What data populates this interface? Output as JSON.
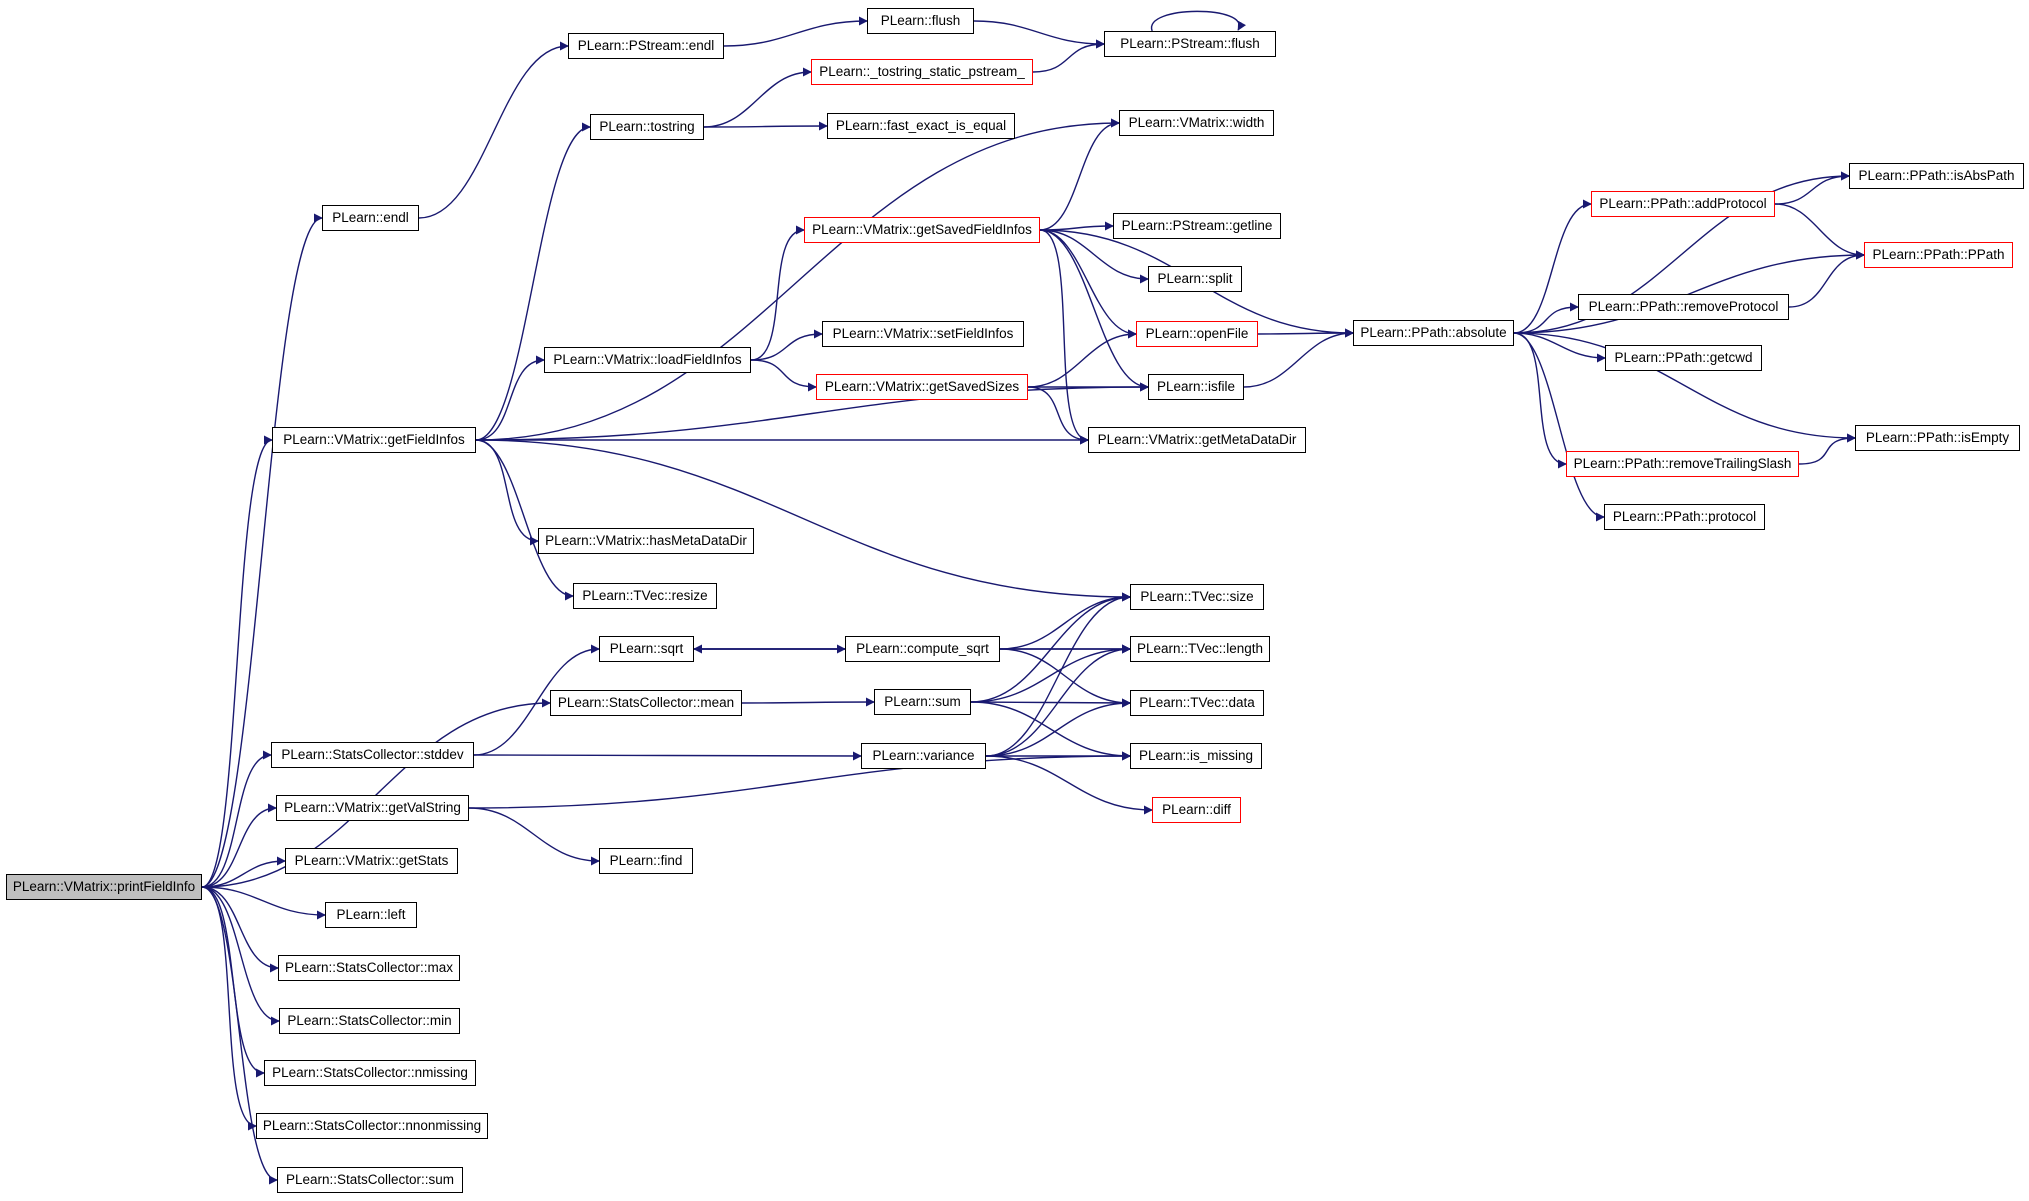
{
  "diagram": {
    "type": "call-graph",
    "colors": {
      "edge": "#191970",
      "box_border": "#000000",
      "truncated_border": "#ff0000",
      "root_fill": "#bfbfbf"
    },
    "nodes": [
      {
        "id": "printFieldInfo",
        "label": "PLearn::VMatrix::printFieldInfo",
        "style": "root"
      },
      {
        "id": "endl",
        "label": "PLearn::endl"
      },
      {
        "id": "pstream_endl",
        "label": "PLearn::PStream::endl"
      },
      {
        "id": "flush",
        "label": "PLearn::flush"
      },
      {
        "id": "pstream_flush",
        "label": "PLearn::PStream::flush"
      },
      {
        "id": "tostring_static",
        "label": "PLearn::_tostring_static_pstream_",
        "style": "truncated"
      },
      {
        "id": "tostring",
        "label": "PLearn::tostring"
      },
      {
        "id": "fast_exact",
        "label": "PLearn::fast_exact_is_equal"
      },
      {
        "id": "vm_width",
        "label": "PLearn::VMatrix::width"
      },
      {
        "id": "getSavedFieldInfos",
        "label": "PLearn::VMatrix::getSavedFieldInfos",
        "style": "truncated"
      },
      {
        "id": "getline",
        "label": "PLearn::PStream::getline"
      },
      {
        "id": "split",
        "label": "PLearn::split"
      },
      {
        "id": "setFieldInfos",
        "label": "PLearn::VMatrix::setFieldInfos"
      },
      {
        "id": "openFile",
        "label": "PLearn::openFile",
        "style": "truncated"
      },
      {
        "id": "loadFieldInfos",
        "label": "PLearn::VMatrix::loadFieldInfos"
      },
      {
        "id": "getSavedSizes",
        "label": "PLearn::VMatrix::getSavedSizes",
        "style": "truncated"
      },
      {
        "id": "isfile",
        "label": "PLearn::isfile"
      },
      {
        "id": "getFieldInfos",
        "label": "PLearn::VMatrix::getFieldInfos"
      },
      {
        "id": "getMetaDataDir",
        "label": "PLearn::VMatrix::getMetaDataDir"
      },
      {
        "id": "hasMetaDataDir",
        "label": "PLearn::VMatrix::hasMetaDataDir"
      },
      {
        "id": "tvec_resize",
        "label": "PLearn::TVec::resize"
      },
      {
        "id": "absolute",
        "label": "PLearn::PPath::absolute"
      },
      {
        "id": "addProtocol",
        "label": "PLearn::PPath::addProtocol",
        "style": "truncated"
      },
      {
        "id": "isAbsPath",
        "label": "PLearn::PPath::isAbsPath"
      },
      {
        "id": "ppath_ctor",
        "label": "PLearn::PPath::PPath",
        "style": "truncated"
      },
      {
        "id": "removeProtocol",
        "label": "PLearn::PPath::removeProtocol"
      },
      {
        "id": "getcwd",
        "label": "PLearn::PPath::getcwd"
      },
      {
        "id": "isEmpty",
        "label": "PLearn::PPath::isEmpty"
      },
      {
        "id": "removeTrailingSlash",
        "label": "PLearn::PPath::removeTrailingSlash",
        "style": "truncated"
      },
      {
        "id": "protocol",
        "label": "PLearn::PPath::protocol"
      },
      {
        "id": "tvec_size",
        "label": "PLearn::TVec::size"
      },
      {
        "id": "sqrt",
        "label": "PLearn::sqrt"
      },
      {
        "id": "compute_sqrt",
        "label": "PLearn::compute_sqrt"
      },
      {
        "id": "tvec_length",
        "label": "PLearn::TVec::length"
      },
      {
        "id": "sc_mean",
        "label": "PLearn::StatsCollector::mean"
      },
      {
        "id": "sum",
        "label": "PLearn::sum"
      },
      {
        "id": "tvec_data",
        "label": "PLearn::TVec::data"
      },
      {
        "id": "sc_stddev",
        "label": "PLearn::StatsCollector::stddev"
      },
      {
        "id": "variance",
        "label": "PLearn::variance"
      },
      {
        "id": "is_missing",
        "label": "PLearn::is_missing"
      },
      {
        "id": "getValString",
        "label": "PLearn::VMatrix::getValString"
      },
      {
        "id": "diff",
        "label": "PLearn::diff",
        "style": "truncated"
      },
      {
        "id": "find",
        "label": "PLearn::find"
      },
      {
        "id": "getStats",
        "label": "PLearn::VMatrix::getStats"
      },
      {
        "id": "left",
        "label": "PLearn::left"
      },
      {
        "id": "sc_max",
        "label": "PLearn::StatsCollector::max"
      },
      {
        "id": "sc_min",
        "label": "PLearn::StatsCollector::min"
      },
      {
        "id": "sc_nmissing",
        "label": "PLearn::StatsCollector::nmissing"
      },
      {
        "id": "sc_nnonmissing",
        "label": "PLearn::StatsCollector::nnonmissing"
      },
      {
        "id": "sc_sum",
        "label": "PLearn::StatsCollector::sum"
      }
    ],
    "edges": [
      [
        "printFieldInfo",
        "endl"
      ],
      [
        "printFieldInfo",
        "getFieldInfos"
      ],
      [
        "printFieldInfo",
        "sc_mean"
      ],
      [
        "printFieldInfo",
        "sc_stddev"
      ],
      [
        "printFieldInfo",
        "getValString"
      ],
      [
        "printFieldInfo",
        "getStats"
      ],
      [
        "printFieldInfo",
        "left"
      ],
      [
        "printFieldInfo",
        "sc_max"
      ],
      [
        "printFieldInfo",
        "sc_min"
      ],
      [
        "printFieldInfo",
        "sc_nmissing"
      ],
      [
        "printFieldInfo",
        "sc_nnonmissing"
      ],
      [
        "printFieldInfo",
        "sc_sum"
      ],
      [
        "endl",
        "pstream_endl"
      ],
      [
        "pstream_endl",
        "flush"
      ],
      [
        "flush",
        "pstream_flush"
      ],
      [
        "pstream_flush",
        "pstream_flush"
      ],
      [
        "getFieldInfos",
        "tostring"
      ],
      [
        "tostring",
        "tostring_static"
      ],
      [
        "tostring_static",
        "pstream_flush"
      ],
      [
        "tostring",
        "fast_exact"
      ],
      [
        "getFieldInfos",
        "vm_width"
      ],
      [
        "getFieldInfos",
        "isfile"
      ],
      [
        "getFieldInfos",
        "loadFieldInfos"
      ],
      [
        "getFieldInfos",
        "getMetaDataDir"
      ],
      [
        "getFieldInfos",
        "hasMetaDataDir"
      ],
      [
        "getFieldInfos",
        "tvec_resize"
      ],
      [
        "getFieldInfos",
        "tvec_size"
      ],
      [
        "loadFieldInfos",
        "getSavedFieldInfos"
      ],
      [
        "loadFieldInfos",
        "setFieldInfos"
      ],
      [
        "loadFieldInfos",
        "getSavedSizes"
      ],
      [
        "getSavedFieldInfos",
        "vm_width"
      ],
      [
        "getSavedFieldInfos",
        "absolute"
      ],
      [
        "getSavedFieldInfos",
        "getline"
      ],
      [
        "getSavedFieldInfos",
        "split"
      ],
      [
        "getSavedFieldInfos",
        "openFile"
      ],
      [
        "getSavedFieldInfos",
        "isfile"
      ],
      [
        "getSavedFieldInfos",
        "getMetaDataDir"
      ],
      [
        "getSavedSizes",
        "openFile"
      ],
      [
        "getSavedSizes",
        "isfile"
      ],
      [
        "getSavedSizes",
        "getMetaDataDir"
      ],
      [
        "openFile",
        "absolute"
      ],
      [
        "isfile",
        "absolute"
      ],
      [
        "absolute",
        "isAbsPath"
      ],
      [
        "absolute",
        "addProtocol"
      ],
      [
        "absolute",
        "ppath_ctor"
      ],
      [
        "absolute",
        "removeProtocol"
      ],
      [
        "absolute",
        "getcwd"
      ],
      [
        "absolute",
        "isEmpty"
      ],
      [
        "absolute",
        "removeTrailingSlash"
      ],
      [
        "absolute",
        "protocol"
      ],
      [
        "addProtocol",
        "isAbsPath"
      ],
      [
        "addProtocol",
        "ppath_ctor"
      ],
      [
        "removeProtocol",
        "ppath_ctor"
      ],
      [
        "removeTrailingSlash",
        "isEmpty"
      ],
      [
        "sc_stddev",
        "sqrt"
      ],
      [
        "sqrt",
        "compute_sqrt"
      ],
      [
        "compute_sqrt",
        "sqrt"
      ],
      [
        "compute_sqrt",
        "tvec_size"
      ],
      [
        "compute_sqrt",
        "tvec_length"
      ],
      [
        "compute_sqrt",
        "tvec_data"
      ],
      [
        "sqrt",
        "tvec_length"
      ],
      [
        "sc_mean",
        "sum"
      ],
      [
        "sum",
        "tvec_size"
      ],
      [
        "sum",
        "tvec_length"
      ],
      [
        "sum",
        "tvec_data"
      ],
      [
        "sum",
        "is_missing"
      ],
      [
        "sc_stddev",
        "variance"
      ],
      [
        "variance",
        "tvec_size"
      ],
      [
        "variance",
        "tvec_length"
      ],
      [
        "variance",
        "tvec_data"
      ],
      [
        "variance",
        "is_missing"
      ],
      [
        "variance",
        "diff"
      ],
      [
        "getValString",
        "is_missing"
      ],
      [
        "getValString",
        "find"
      ]
    ]
  }
}
